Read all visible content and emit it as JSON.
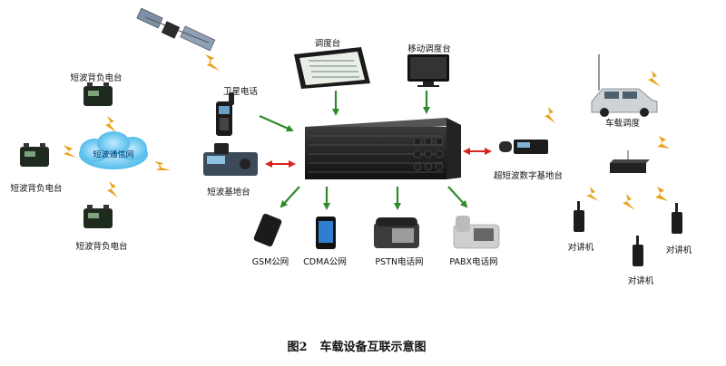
{
  "caption": {
    "figure_number": "图2",
    "title": "车载设备互联示意图"
  },
  "nodes": {
    "satellite_phone": "卫星电话",
    "dispatch_console": "调度台",
    "mobile_dispatch_console": "移动调度台",
    "hf_network": "短波通信网",
    "hf_manpack_top": "短波背负电台",
    "hf_manpack_left": "短波背负电台",
    "hf_manpack_bottom": "短波背负电台",
    "hf_base_station": "短波基地台",
    "uhf_digital_base": "超短波数字基地台",
    "vehicle_dispatch": "车载调度",
    "gsm": "GSM公网",
    "cdma": "CDMA公网",
    "pstn": "PSTN电话网",
    "pabx": "PABX电话网",
    "walkie_left": "对讲机",
    "walkie_right": "对讲机",
    "walkie_bottom": "对讲机"
  },
  "colors": {
    "green_arrow": "#2f8a2c",
    "red_arrow": "#d6261d",
    "lightning": "#e8a21a",
    "cloud": "#5cc6ef"
  },
  "icons": [
    "satellite-icon",
    "radio-icon",
    "phone-icon",
    "monitor-icon",
    "router-icon",
    "car-icon",
    "walkie-talkie-icon"
  ]
}
